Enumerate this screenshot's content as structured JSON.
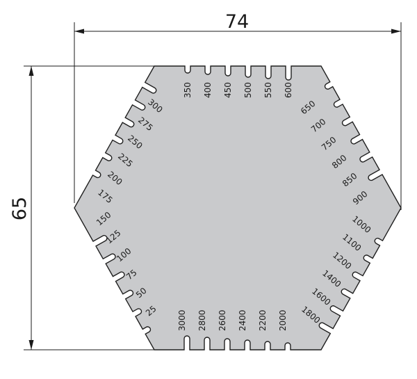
{
  "dimensions": {
    "width_label": "74",
    "height_label": "65"
  },
  "scales": {
    "top": [
      "350",
      "400",
      "450",
      "500",
      "550",
      "600"
    ],
    "upper_left": [
      "300",
      "275",
      "250",
      "225",
      "200",
      "175"
    ],
    "upper_right": [
      "650",
      "700",
      "750",
      "800",
      "850",
      "900"
    ],
    "lower_left": [
      "150",
      "125",
      "100",
      "75",
      "50",
      "25"
    ],
    "lower_right": [
      "1000",
      "1100",
      "1200",
      "1400",
      "1600",
      "1800"
    ],
    "bottom": [
      "3000",
      "2800",
      "2600",
      "2400",
      "2200",
      "2000"
    ]
  },
  "colors": {
    "gauge_fill": "#c9cacc",
    "outline": "#1f1f1f"
  }
}
